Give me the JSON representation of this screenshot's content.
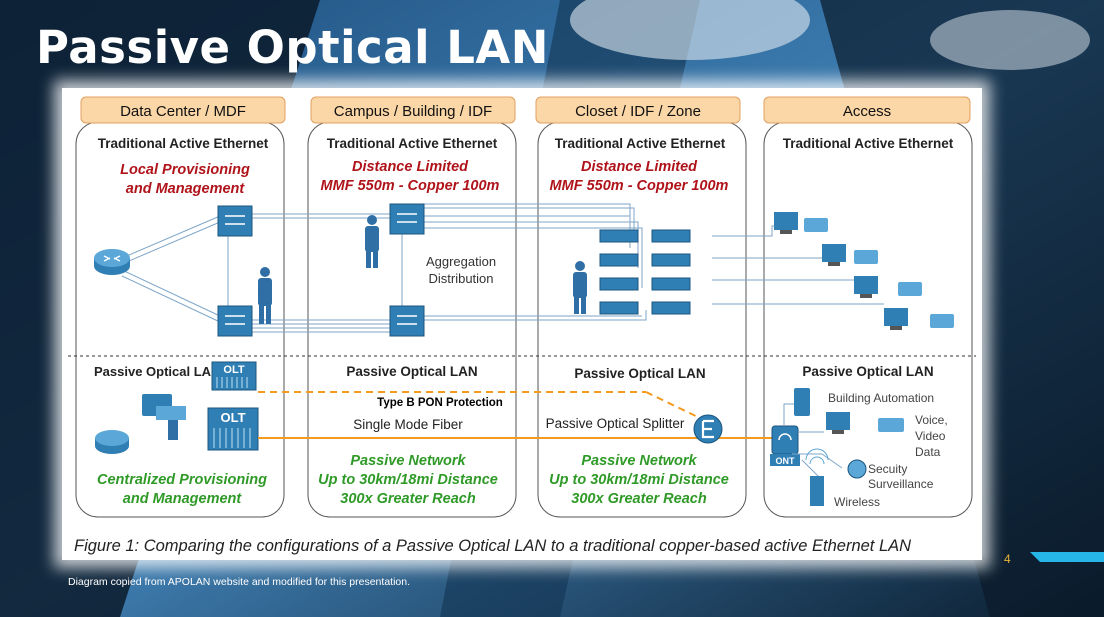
{
  "slide": {
    "title": "Passive Optical LAN",
    "footnote": "Diagram copied from APOLAN website and modified for this presentation.",
    "page_number": "4"
  },
  "diagram": {
    "columns": [
      {
        "header": "Data Center / MDF",
        "top_label": "Traditional Active Ethernet",
        "top_red": [
          "Local Provisioning",
          "and Management"
        ],
        "bottom_label": "Passive Optical LAN",
        "bottom_green": [
          "Centralized Provisioning",
          "and Management"
        ]
      },
      {
        "header": "Campus / Building / IDF",
        "top_label": "Traditional Active Ethernet",
        "top_red": [
          "Distance Limited",
          "MMF 550m  - Copper 100m"
        ],
        "bottom_label": "Passive Optical LAN",
        "bottom_green": [
          "Passive Network",
          "Up to 30km/18mi Distance",
          "300x Greater Reach"
        ]
      },
      {
        "header": "Closet / IDF / Zone",
        "top_label": "Traditional Active Ethernet",
        "top_red": [
          "Distance Limited",
          "MMF 550m  - Copper 100m"
        ],
        "bottom_label": "Passive Optical LAN",
        "bottom_green": [
          "Passive Network",
          "Up to 30km/18mi Distance",
          "300x Greater Reach"
        ]
      },
      {
        "header": "Access",
        "top_label": "Traditional Active Ethernet",
        "top_red": [],
        "bottom_label": "Passive Optical LAN",
        "bottom_green": []
      }
    ],
    "aggregation_label": [
      "Aggregation",
      "Distribution"
    ],
    "olt_label": "OLT",
    "ont_label": "ONT",
    "protection_label": "Type B PON Protection",
    "fiber_label": "Single Mode Fiber",
    "splitter_label": "Passive Optical Splitter",
    "access_devices": [
      "Building Automation",
      "Voice,",
      "Video",
      "Data",
      "Secuity",
      "Surveillance",
      "Wireless"
    ],
    "caption": "Figure 1: Comparing the configurations of a Passive Optical LAN to a traditional copper-based active Ethernet LAN",
    "colors": {
      "header_fill": "#fbd6a6",
      "red_text": "#b0141b",
      "green_text": "#2f9a27",
      "fiber_orange": "#f39a1f",
      "switch_blue": "#2f7fb5",
      "cable_blue": "#7fa6c8"
    }
  }
}
